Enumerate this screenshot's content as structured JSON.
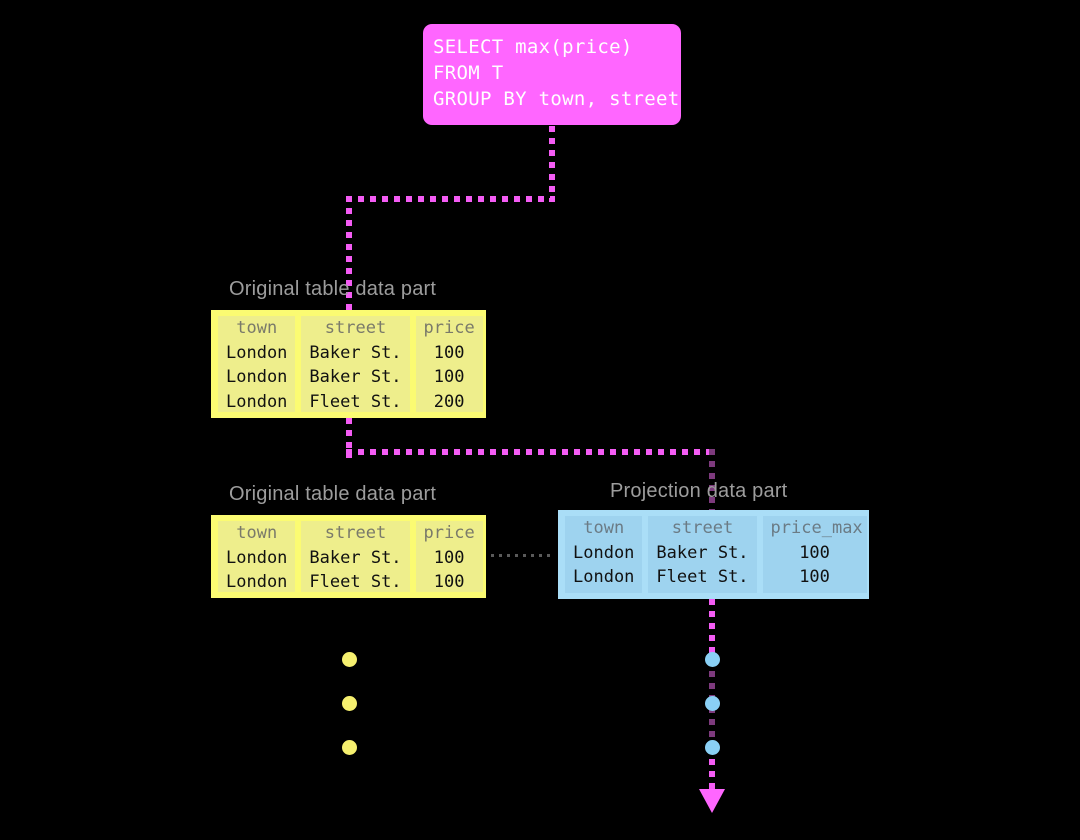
{
  "diagram": {
    "background_color": "#000000",
    "accent_color": "#ff66ff",
    "caption_color": "#9d9d9d"
  },
  "query_box": {
    "color": "#ff66ff",
    "lines": [
      "SELECT max(price)",
      "FROM T",
      "GROUP BY town, street"
    ]
  },
  "captions": {
    "original_top": "Original table data part",
    "original_bottom": "Original table data part",
    "projection": "Projection data part"
  },
  "tables": {
    "original_top": {
      "color": "#fbfb72",
      "columns": [
        "town",
        "street",
        "price"
      ],
      "rows": [
        [
          "London",
          "Baker St.",
          "100"
        ],
        [
          "London",
          "Baker St.",
          "100"
        ],
        [
          "London",
          "Fleet St.",
          "200"
        ]
      ]
    },
    "original_bottom": {
      "color": "#fbfb72",
      "columns": [
        "town",
        "street",
        "price"
      ],
      "rows": [
        [
          "London",
          "Baker St.",
          "100"
        ],
        [
          "London",
          "Fleet St.",
          "100"
        ]
      ]
    },
    "projection": {
      "color": "#aadef7",
      "columns": [
        "town",
        "street",
        "price_max"
      ],
      "rows": [
        [
          "London",
          "Baker St.",
          "100"
        ],
        [
          "London",
          "Fleet St.",
          "100"
        ]
      ]
    }
  },
  "ellipsis": {
    "yellow_color": "#f6f06f",
    "blue_color": "#8ad0f5",
    "count": 3
  }
}
